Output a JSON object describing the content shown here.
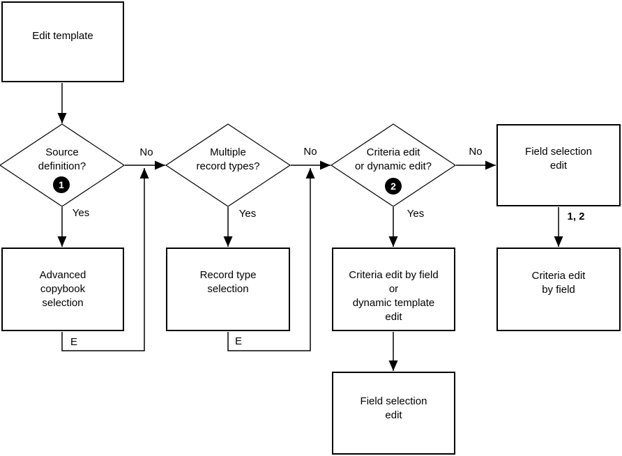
{
  "nodes": {
    "edit_template": {
      "text": "Edit template"
    },
    "advanced_copybook": {
      "text": "Advanced\ncopybook\nselection"
    },
    "record_type": {
      "text": "Record type\nselection"
    },
    "criteria_dynamic": {
      "text": "Criteria edit by field\nor\ndynamic template\nedit"
    },
    "field_selection_top": {
      "text": "Field selection\nedit"
    },
    "criteria_by_field": {
      "text": "Criteria edit\nby field"
    },
    "field_selection_bottom": {
      "text": "Field selection\nedit"
    }
  },
  "decisions": {
    "source_definition": {
      "text": "Source\ndefinition?",
      "badge": "1"
    },
    "multiple_record_types": {
      "text": "Multiple\nrecord types?"
    },
    "criteria_or_dynamic": {
      "text": "Criteria edit\nor dynamic edit?",
      "badge": "2"
    }
  },
  "edge_labels": {
    "source_no": "No",
    "multiple_no": "No",
    "criteria_no": "No",
    "source_yes": "Yes",
    "multiple_yes": "Yes",
    "criteria_yes": "Yes",
    "advanced_exit": "E",
    "record_exit": "E",
    "field_selection_exit": "1, 2"
  },
  "colors": {
    "line": "#000000",
    "background": "#ffffff",
    "badge_fill": "#000000",
    "badge_text": "#ffffff"
  }
}
